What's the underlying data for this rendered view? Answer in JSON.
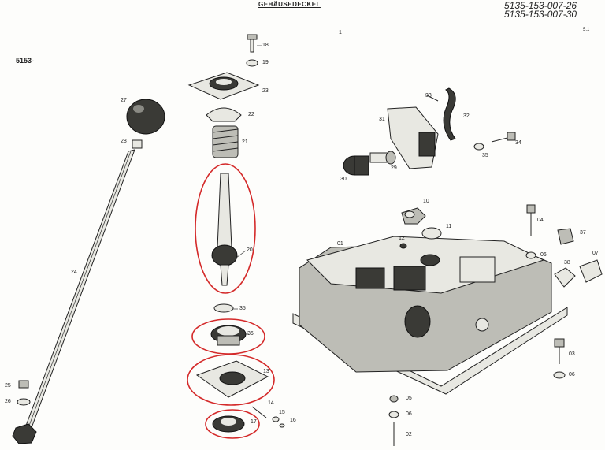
{
  "header": {
    "title": "GEHÄUSEDECKEL",
    "part_code_1": "5135-153-007-26",
    "part_code_2": "5135-153-007-30",
    "corner_mark": "5.1"
  },
  "group_label": "5153-",
  "part_labels": {
    "p18": "18",
    "p19": "19",
    "p23": "23",
    "p22": "22",
    "p21": "21",
    "p20": "20",
    "p35": "35",
    "p36": "36",
    "p13": "13",
    "p14": "14",
    "p15": "15",
    "p16": "16",
    "p17": "17",
    "p27": "27",
    "p28": "28",
    "p24": "24",
    "p25": "25",
    "p26": "26",
    "p1": "1",
    "p33": "33",
    "p31": "31",
    "p32": "32",
    "p34": "34",
    "p35b": "35",
    "p29": "29",
    "p30": "30",
    "p10": "10",
    "p11": "11",
    "p12": "12",
    "p01": "01",
    "p04": "04",
    "p37": "37",
    "p06a": "06",
    "p38": "38",
    "p07": "07",
    "p03": "03",
    "p06b": "06",
    "p05": "05",
    "p06c": "06",
    "p02": "02"
  },
  "highlight_color": "#d42a2a"
}
